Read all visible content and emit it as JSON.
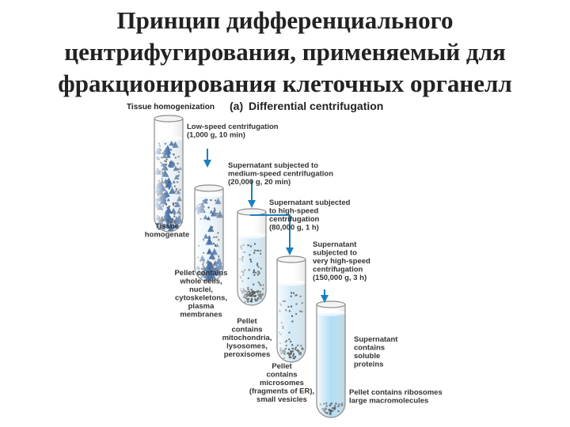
{
  "title": {
    "line1": "Принцип дифференциального",
    "line2": "центрифугирования, применяемый для",
    "line3": "фракционирования клеточных органелл"
  },
  "figure": {
    "tissue_homogenization": "Tissue homogenization",
    "panel_letter": "(a)",
    "panel_title": "Differential centrifugation",
    "steps": [
      [
        "Low-speed centrifugation",
        "(1,000 g, 10 min)"
      ],
      [
        "Supernatant subjected to",
        "medium-speed centrifugation",
        "(20,000 g, 20 min)"
      ],
      [
        "Supernatant subjected",
        "to high-speed",
        "centrifugation",
        "(80,000 g, 1 h)"
      ],
      [
        "Supernatant",
        "subjected to",
        "very high-speed",
        "centrifugation",
        "(150,000 g, 3 h)"
      ]
    ],
    "tissue_homogenate": [
      "Tissue",
      "homogenate"
    ],
    "pellets": [
      [
        "Pellet contains",
        "whole cells,",
        "nuclei,",
        "cytoskeletons,",
        "plasma",
        "membranes"
      ],
      [
        "Pellet",
        "contains",
        "mitochondria,",
        "lysosomes,",
        "peroxisomes"
      ],
      [
        "Pellet",
        "contains",
        "microsomes",
        "(fragments of ER),",
        "small vesicles"
      ],
      [
        "Pellet contains ribosomes",
        "large macromolecules"
      ]
    ],
    "final_supernatant": [
      "Supernatant",
      "contains",
      "soluble",
      "proteins"
    ]
  },
  "colors": {
    "tube_outline": "#8a8a8a",
    "liquid_light": "#e6f3fb",
    "liquid_mid": "#c6e4f5",
    "liquid_final": "#9dd4f2",
    "arrow": "#1a7fc1",
    "particle_dark": "#2a2a2a",
    "particle_blue": "#1d4f96"
  }
}
